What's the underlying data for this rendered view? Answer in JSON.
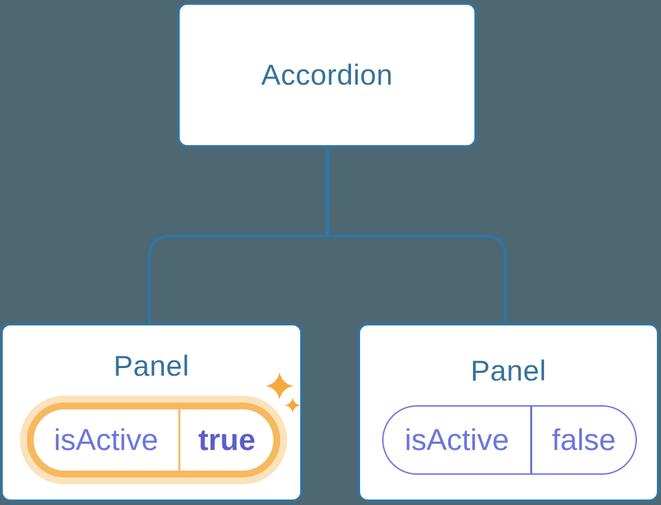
{
  "tree": {
    "root": {
      "label": "Accordion"
    },
    "children": [
      {
        "label": "Panel",
        "prop": {
          "name": "isActive",
          "value": "true"
        },
        "highlighted": true,
        "badge_icon": "sparkles-icon"
      },
      {
        "label": "Panel",
        "prop": {
          "name": "isActive",
          "value": "false"
        },
        "highlighted": false
      }
    ]
  },
  "colors": {
    "background": "#4D6873",
    "connector_blue": "#2F76A8",
    "node_border_blue": "#2F76A8",
    "node_text_blue": "#36719C",
    "node_background": "#FFFFFF",
    "state_purple": "#6C75DE",
    "state_value_bold_purple": "#5A5FC8",
    "highlight_orange": "#F6B95F",
    "highlight_glow_orange": "#FAE3BC",
    "highlight_divider_orange": "#F2BE71",
    "sparkle_orange": "#F4A93E"
  }
}
